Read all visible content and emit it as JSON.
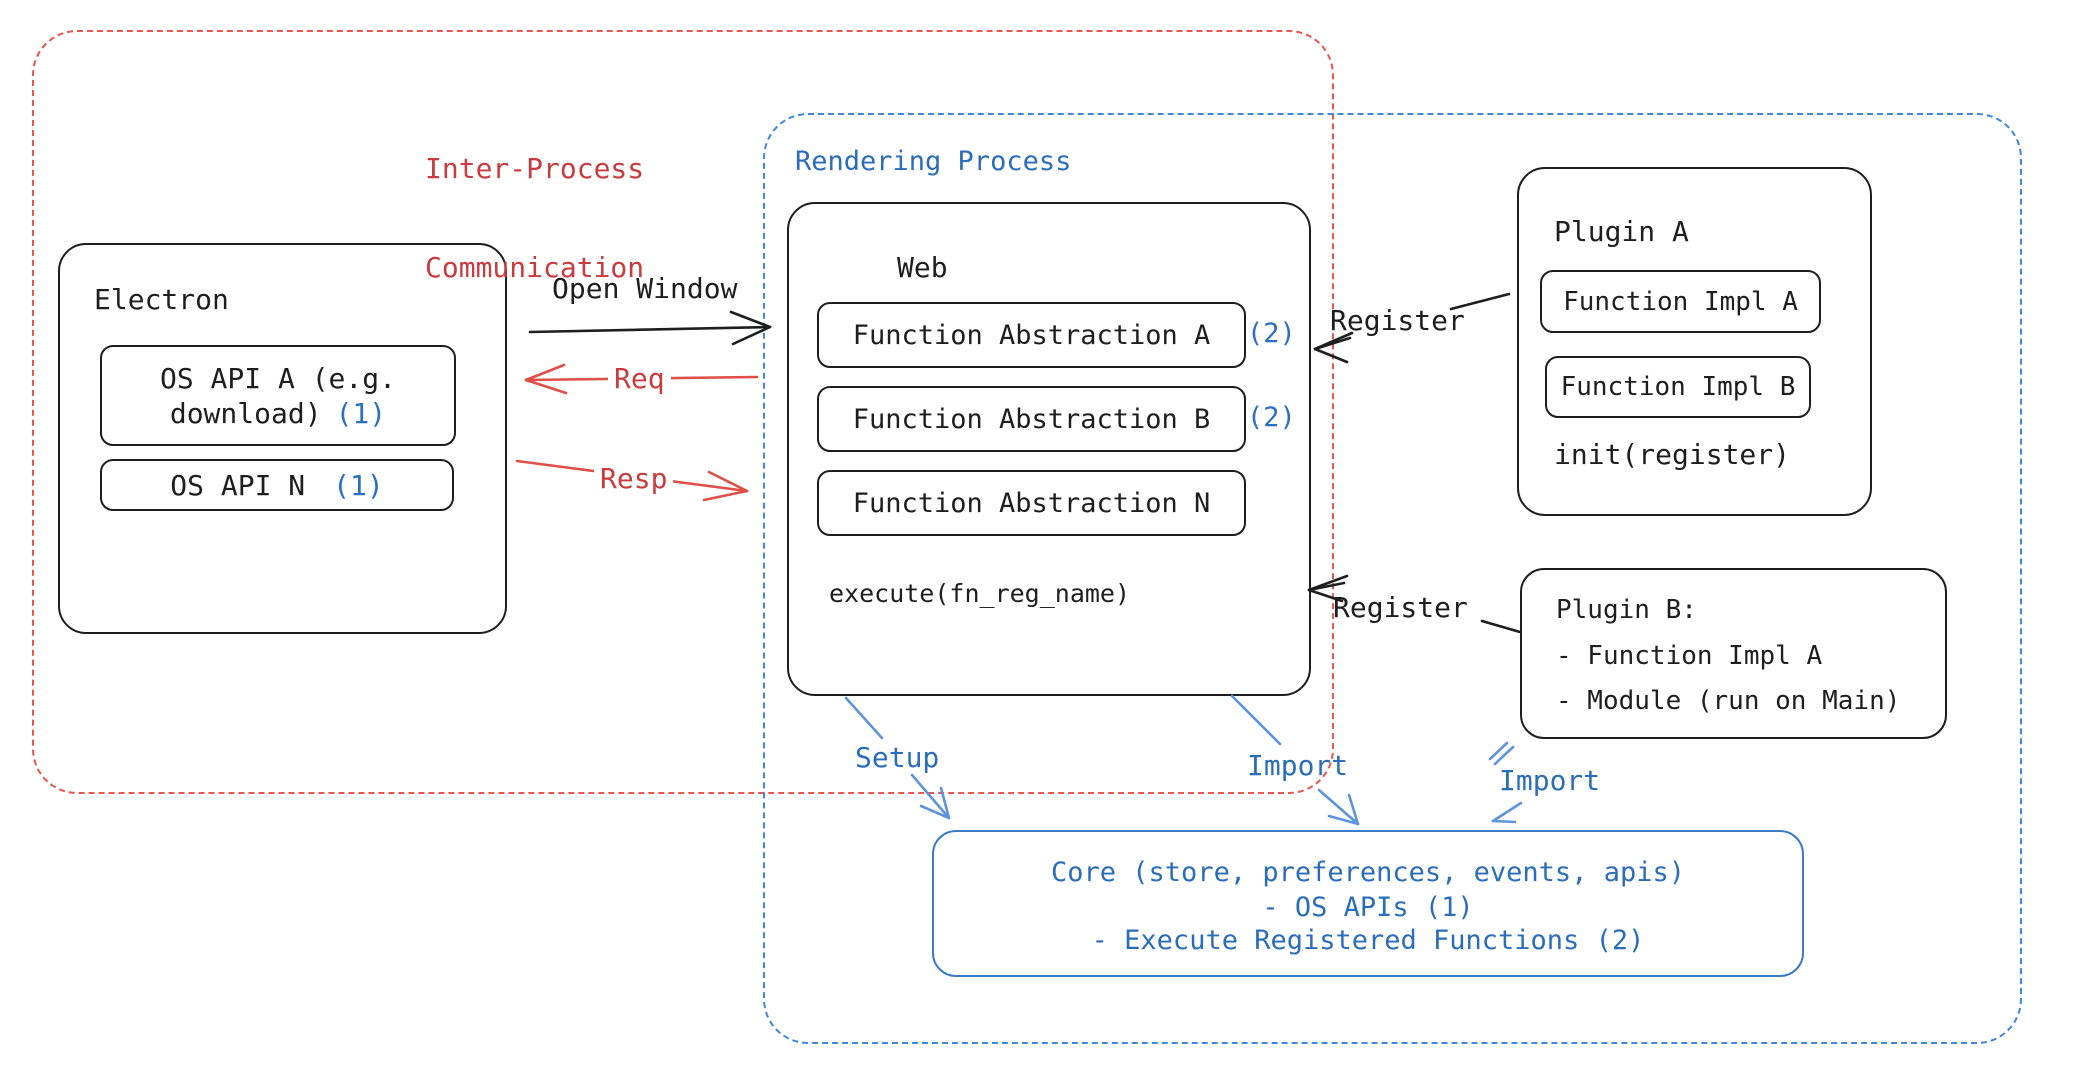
{
  "regions": {
    "ipc": {
      "label_line1": "Inter-Process",
      "label_line2": "Communication"
    },
    "rendering": {
      "label": "Rendering Process"
    }
  },
  "electron": {
    "title": "Electron",
    "apis": [
      {
        "line1": "OS API A (e.g.",
        "line2": "download)",
        "badge": "(1)"
      },
      {
        "label": "OS API N",
        "badge": "(1)"
      }
    ]
  },
  "web": {
    "title": "Web",
    "abstractions": [
      {
        "label": "Function Abstraction A",
        "badge": "(2)"
      },
      {
        "label": "Function Abstraction B",
        "badge": "(2)"
      },
      {
        "label": "Function Abstraction N",
        "badge": ""
      }
    ],
    "footer": "execute(fn_reg_name)"
  },
  "plugin_a": {
    "title": "Plugin A",
    "impls": [
      {
        "label": "Function Impl A"
      },
      {
        "label": "Function Impl B"
      }
    ],
    "footer": "init(register)"
  },
  "plugin_b": {
    "title": "Plugin B:",
    "items": [
      "- Function Impl A",
      "- Module (run on Main)"
    ]
  },
  "core": {
    "lines": [
      "Core (store, preferences, events, apis)",
      "- OS APIs (1)",
      "- Execute Registered Functions (2)"
    ]
  },
  "arrows": {
    "open_window": "Open Window",
    "req": "Req",
    "resp": "Resp",
    "register_plugin_a": "Register",
    "register_plugin_b": "Register",
    "setup": "Setup",
    "import_web": "Import",
    "import_plugin_b": "Import"
  },
  "colors": {
    "ink": "#1e1e1e",
    "red_dash": "#e8564e",
    "red_text": "#c93c3e",
    "red_arrow": "#dd4f47",
    "blue_dash": "#3f87dd",
    "blue_text": "#2a6db8",
    "blue_arrow": "#5e93dd",
    "badge_blue": "#2b6fc2"
  }
}
